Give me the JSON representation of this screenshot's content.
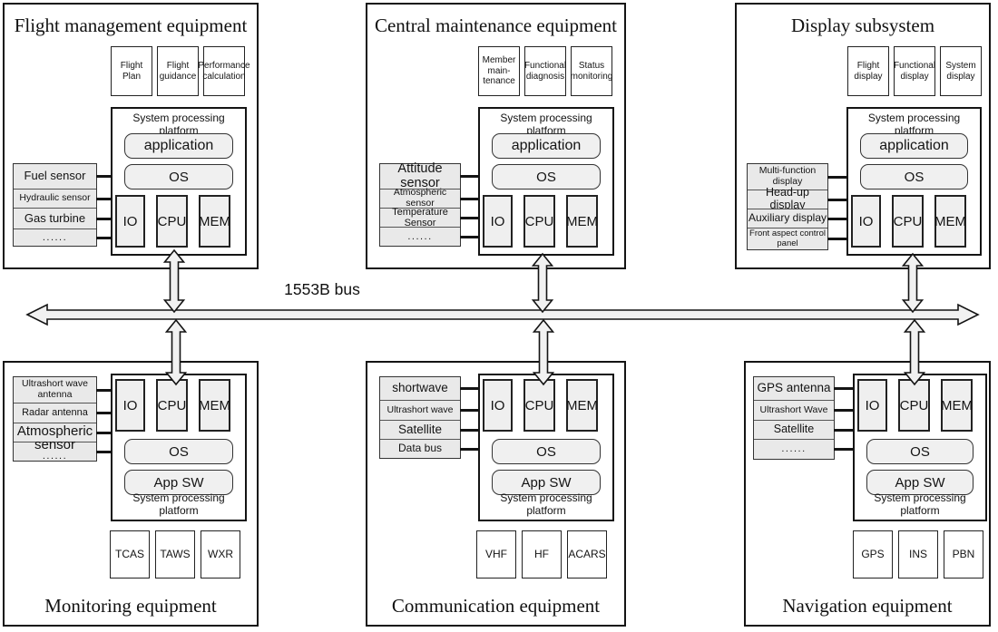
{
  "bus": {
    "label": "1553B bus"
  },
  "colors": {
    "border": "#141414",
    "box_fill": "#efefef",
    "arrow_fill": "#f1f1f1",
    "background": "#ffffff"
  },
  "panels": {
    "flight_management": {
      "title": "Flight management equipment",
      "chips": [
        "Flight Plan",
        "Flight guidance",
        "Performance calculation"
      ],
      "platform": {
        "label": "System processing platform",
        "layers": [
          "application",
          "OS"
        ],
        "units": [
          "IO",
          "CPU",
          "MEM"
        ]
      },
      "peripherals": [
        "Fuel sensor",
        "Hydraulic sensor",
        "Gas turbine",
        "......"
      ]
    },
    "central_maintenance": {
      "title": "Central maintenance equipment",
      "chips": [
        "Member\nmain-\ntenance",
        "Functional diagnosis",
        "Status monitoring"
      ],
      "platform": {
        "label": "System processing platform",
        "layers": [
          "application",
          "OS"
        ],
        "units": [
          "IO",
          "CPU",
          "MEM"
        ]
      },
      "peripherals": [
        "Attitude sensor",
        "Atmospheric sensor",
        "Temperature Sensor",
        "......"
      ]
    },
    "display_subsystem": {
      "title": "Display subsystem",
      "chips": [
        "Flight display",
        "Functional display",
        "System display"
      ],
      "platform": {
        "label": "System processing platform",
        "layers": [
          "application",
          "OS"
        ],
        "units": [
          "IO",
          "CPU",
          "MEM"
        ]
      },
      "peripherals": [
        "Multi-function display",
        "Head-up display",
        "Auxiliary display",
        "Front aspect control panel"
      ]
    },
    "monitoring": {
      "title": "Monitoring equipment",
      "chips": [
        "TCAS",
        "TAWS",
        "WXR"
      ],
      "platform": {
        "label": "System processing platform",
        "layers": [
          "OS",
          "App SW"
        ],
        "units": [
          "IO",
          "CPU",
          "MEM"
        ]
      },
      "peripherals": [
        "Ultrashort wave antenna",
        "Radar antenna",
        "Atmospheric sensor",
        "......"
      ]
    },
    "communication": {
      "title": "Communication equipment",
      "chips": [
        "VHF",
        "HF",
        "ACARS"
      ],
      "platform": {
        "label": "System processing platform",
        "layers": [
          "OS",
          "App SW"
        ],
        "units": [
          "IO",
          "CPU",
          "MEM"
        ]
      },
      "peripherals": [
        "shortwave",
        "Ultrashort wave",
        "Satellite",
        "Data bus"
      ]
    },
    "navigation": {
      "title": "Navigation equipment",
      "chips": [
        "GPS",
        "INS",
        "PBN"
      ],
      "platform": {
        "label": "System processing platform",
        "layers": [
          "OS",
          "App SW"
        ],
        "units": [
          "IO",
          "CPU",
          "MEM"
        ]
      },
      "peripherals": [
        "GPS antenna",
        "Ultrashort Wave",
        "Satellite",
        "......"
      ]
    }
  }
}
